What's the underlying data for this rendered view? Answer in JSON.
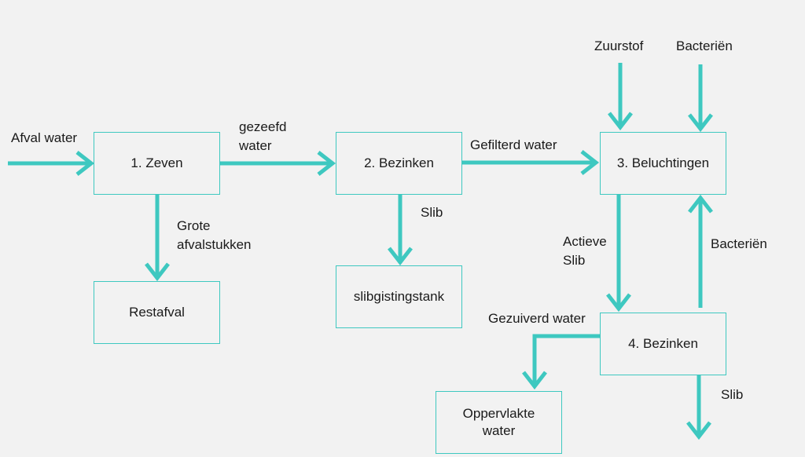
{
  "colors": {
    "background": "#f2f2f2",
    "arrow": "#3ec8c0",
    "box_border": "#3ec8c0",
    "text": "#1a1a1a"
  },
  "boxes": {
    "zeven": "1. Zeven",
    "bezinken1": "2. Bezinken",
    "beluchtingen": "3. Beluchtingen",
    "restafval": "Restafval",
    "slibgistingstank": "slibgistingstank",
    "bezinken2": "4. Bezinken",
    "oppervlakte_water": "Oppervlakte\nwater"
  },
  "labels": {
    "afval_water": "Afval water",
    "gezeefd_water": "gezeefd\nwater",
    "gefilterd_water": "Gefilterd water",
    "zuurstof": "Zuurstof",
    "bacterien_top": "Bacteriën",
    "grote_afvalstukken": "Grote\nafvalstukken",
    "slib_mid": "Slib",
    "actieve_slib": "Actieve\nSlib",
    "bacterien_right": "Bacteriën",
    "gezuiverd_water": "Gezuiverd water",
    "slib_bottom": "Slib"
  }
}
